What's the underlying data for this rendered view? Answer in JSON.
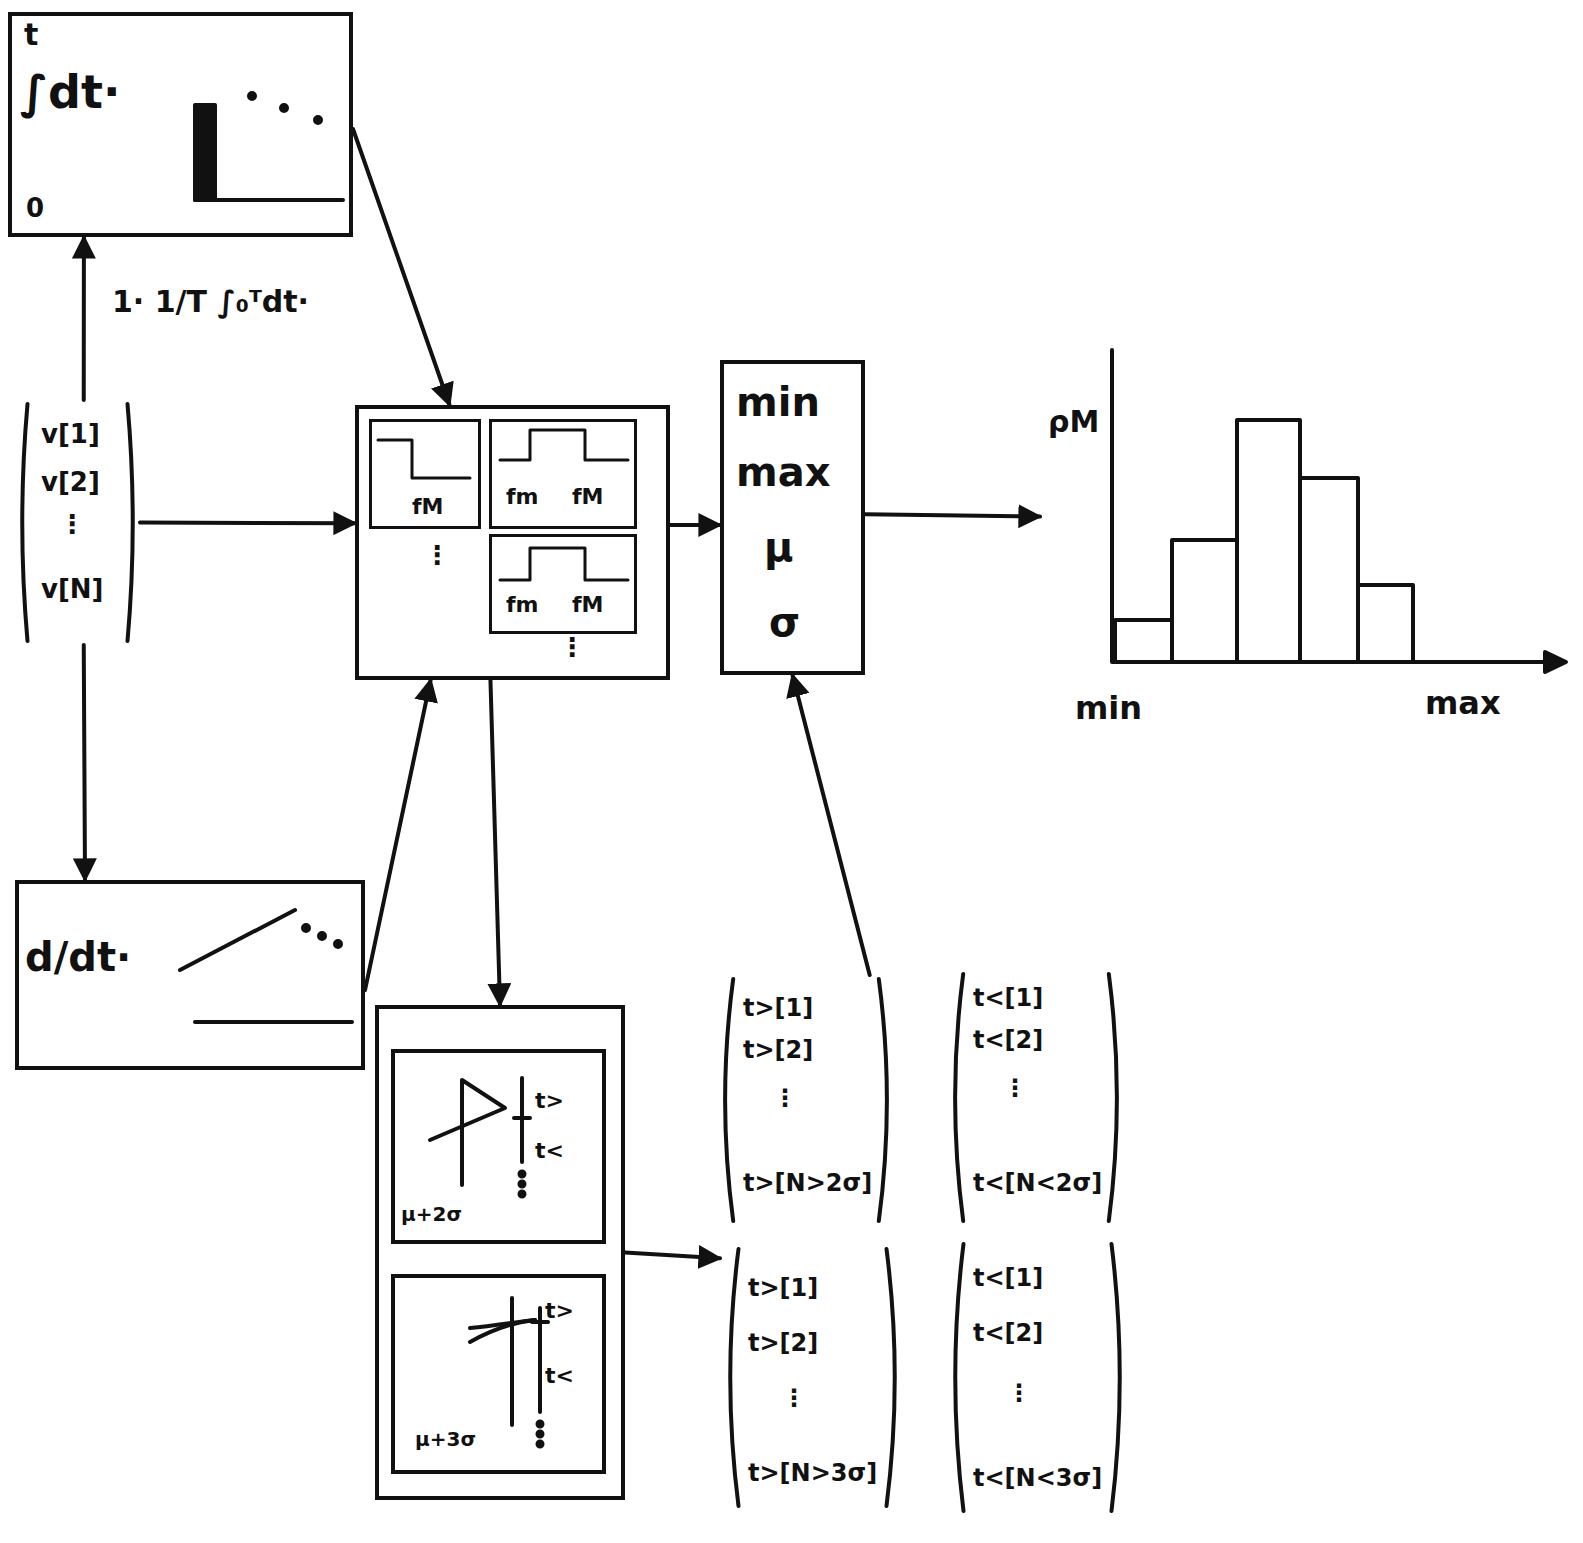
{
  "diagram": {
    "nodes": [
      {
        "text": [
          "t",
          "∫dt·",
          "0"
        ]
      },
      {
        "text": [
          "v[1]",
          "v[2]",
          "⋮",
          "v[N]"
        ]
      },
      {
        "text": [
          "⋮",
          "⋮"
        ]
      },
      {
        "text": [
          "fM"
        ],
        "in": 2
      },
      {
        "text": [
          "fm",
          "fM"
        ],
        "in": 2
      },
      {
        "text": [
          "fm",
          "fM"
        ],
        "in": 2
      },
      {
        "text": [
          "min",
          "max",
          "μ",
          "σ"
        ]
      },
      {
        "text": [
          "ρM",
          "min",
          "max"
        ]
      },
      {
        "text": [
          "d/dt·"
        ]
      },
      {
        "text": []
      },
      {
        "text": [
          "t>",
          "t<",
          "μ+2σ"
        ],
        "in": 9
      },
      {
        "text": [
          "t>",
          "t<",
          "μ+3σ"
        ],
        "in": 9
      },
      {
        "text": [
          "t>[1]",
          "t>[2]",
          "⋮",
          "t>[N>2σ]"
        ]
      },
      {
        "text": [
          "t<[1]",
          "t<[2]",
          "⋮",
          "t<[N<2σ]"
        ]
      },
      {
        "text": [
          "t>[1]",
          "t>[2]",
          "⋮",
          "t>[N>3σ]"
        ]
      },
      {
        "text": [
          "t<[1]",
          "t<[2]",
          "⋮",
          "t<[N<3σ]"
        ]
      }
    ],
    "edges": [
      {
        "from": 1,
        "to": 0,
        "arrow": "to",
        "label": "1· 1/T ∫₀ᵀdt·"
      },
      {
        "from": 0,
        "to": 2,
        "arrow": "to"
      },
      {
        "from": 1,
        "to": 2,
        "arrow": "to"
      },
      {
        "from": 2,
        "to": 6,
        "arrow": "to"
      },
      {
        "from": 6,
        "to": 7,
        "arrow": "to"
      },
      {
        "from": 1,
        "to": 8,
        "arrow": "to"
      },
      {
        "from": 8,
        "to": 2,
        "arrow": "to"
      },
      {
        "from": 2,
        "to": 9,
        "arrow": "to"
      },
      {
        "from": 9,
        "to": 14,
        "arrow": "to"
      },
      {
        "from": 12,
        "to": 6,
        "arrow": "to"
      }
    ]
  }
}
